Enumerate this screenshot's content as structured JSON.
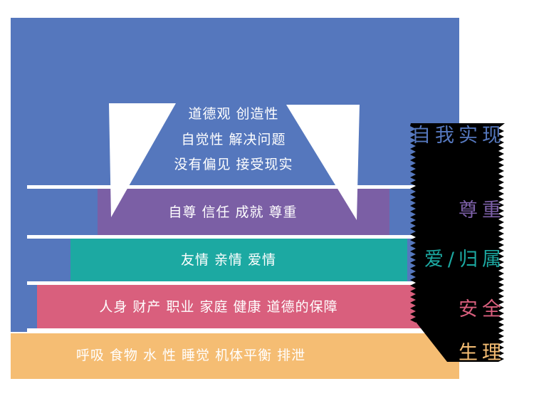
{
  "pyramid": {
    "background_color": "#5577bd",
    "ribbon_color": "#000000",
    "tier_text_color": "#ffffff",
    "levels": [
      {
        "name": "自我实现",
        "color": "#5577bd",
        "lines": [
          "道德观 创造性",
          "自觉性 解决问题",
          "没有偏见 接受现实"
        ]
      },
      {
        "name": "尊重",
        "color": "#7b5fa5",
        "lines": [
          "自尊 信任 成就 尊重"
        ]
      },
      {
        "name": "爱/归属",
        "color": "#1ca9a2",
        "lines": [
          "友情 亲情 爱情"
        ]
      },
      {
        "name": "安全",
        "color": "#d95f7d",
        "lines": [
          "人身 财产 职业 家庭 健康 道德的保障"
        ]
      },
      {
        "name": "生理",
        "color": "#f5bd73",
        "lines": [
          "呼吸 食物 水 性 睡觉 机体平衡 排泄"
        ]
      }
    ]
  }
}
